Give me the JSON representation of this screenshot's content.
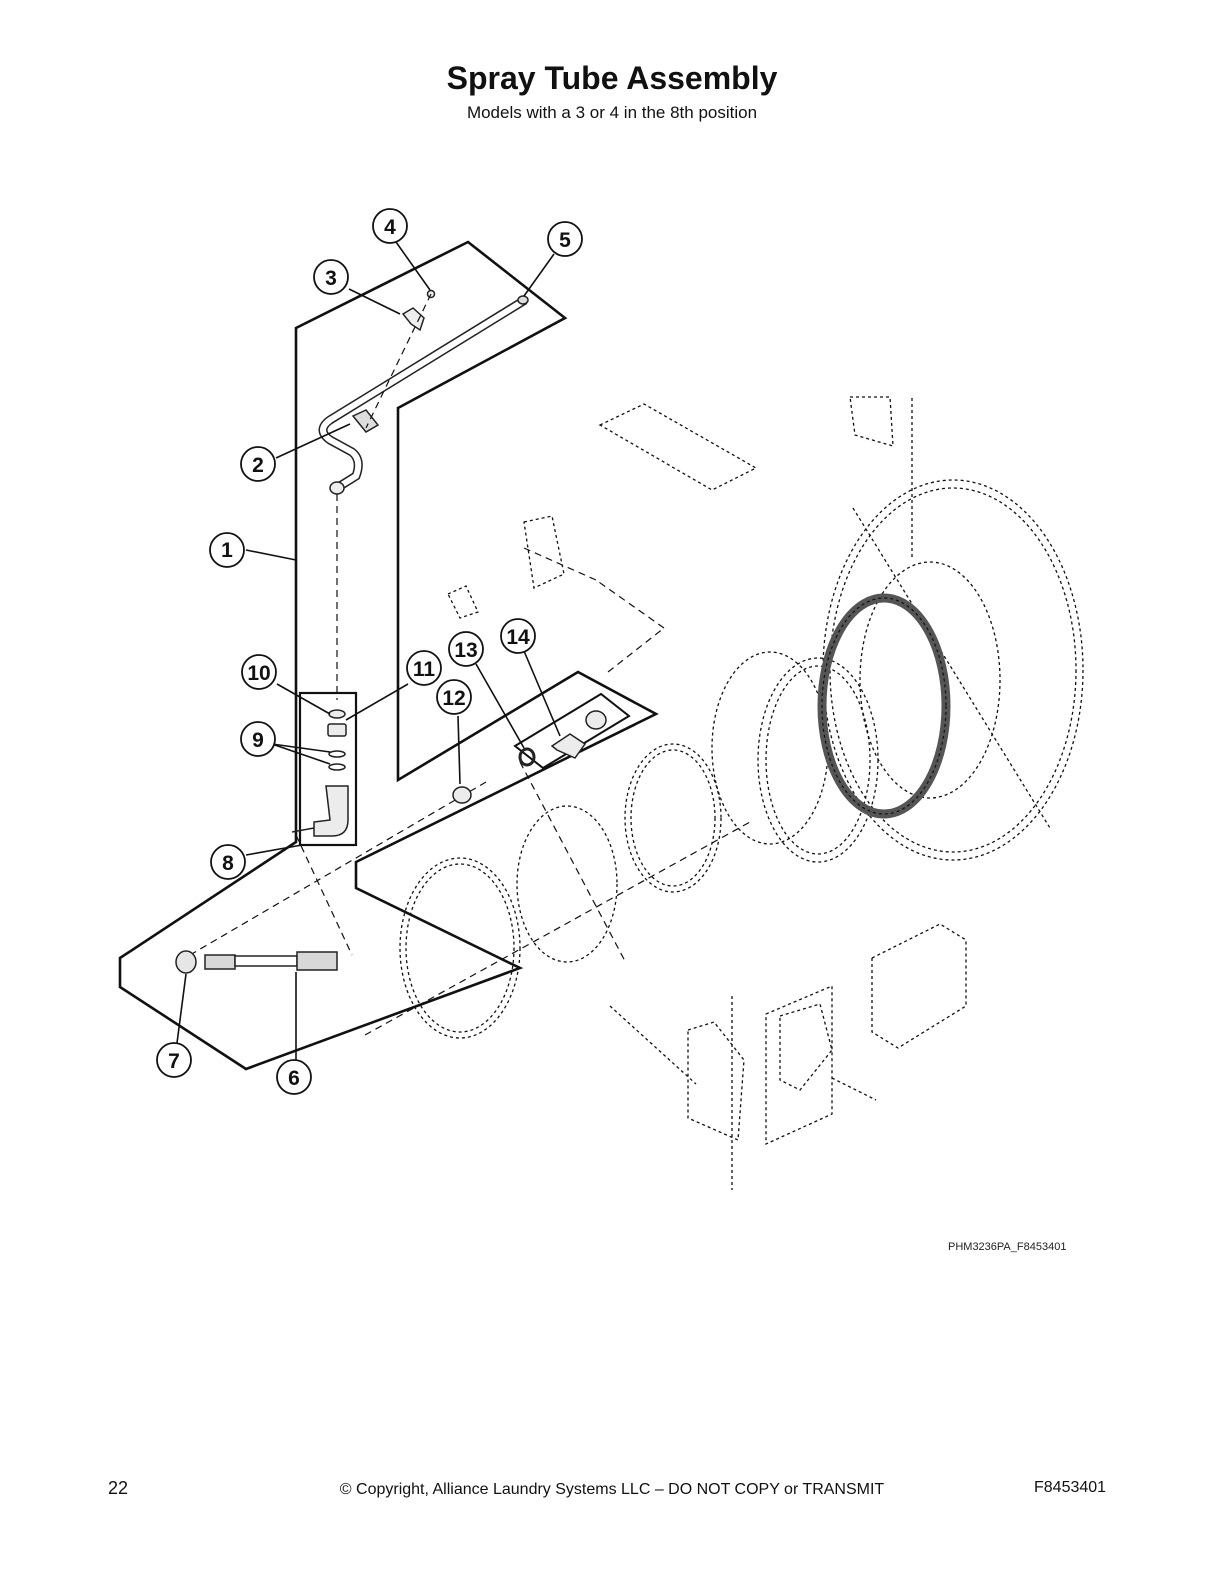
{
  "header": {
    "title": "Spray Tube Assembly",
    "subtitle": "Models with a 3 or 4 in the 8th position"
  },
  "figure": {
    "id": "PHM3236PA_F8453401",
    "callouts": [
      {
        "num": "1"
      },
      {
        "num": "2"
      },
      {
        "num": "3"
      },
      {
        "num": "4"
      },
      {
        "num": "5"
      },
      {
        "num": "6"
      },
      {
        "num": "7"
      },
      {
        "num": "8"
      },
      {
        "num": "9"
      },
      {
        "num": "10"
      },
      {
        "num": "11"
      },
      {
        "num": "12"
      },
      {
        "num": "13"
      },
      {
        "num": "14"
      }
    ]
  },
  "footer": {
    "page_number": "22",
    "copyright": "© Copyright, Alliance Laundry Systems LLC – DO NOT COPY or TRANSMIT",
    "doc_code": "F8453401"
  }
}
